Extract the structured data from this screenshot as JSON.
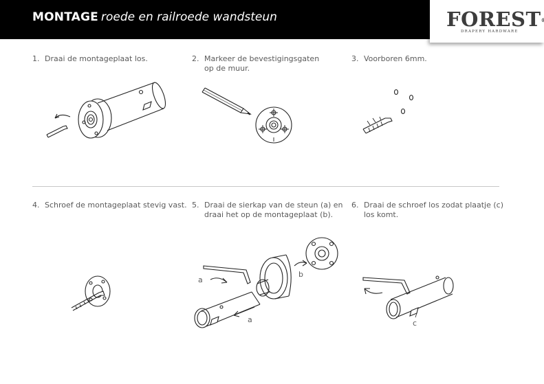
{
  "header": {
    "title_strong": "MONTAGE",
    "title_rest": "roede en railroede wandsteun",
    "background_color": "#000000",
    "text_color": "#ffffff"
  },
  "logo": {
    "wordmark": "FOREST",
    "registered": "®",
    "tagline": "DRAPERY HARDWARE"
  },
  "steps": [
    {
      "number": "1.",
      "text": "Draai de montageplaat los."
    },
    {
      "number": "2.",
      "text": "Markeer de bevestigingsgaten\nop de muur."
    },
    {
      "number": "3.",
      "text": "Voorboren 6mm."
    },
    {
      "number": "4.",
      "text": "Schroef de montageplaat stevig vast."
    },
    {
      "number": "5.",
      "text": "Draai de sierkap van de steun (a) en\ndraai het op de montageplaat (b)."
    },
    {
      "number": "6.",
      "text": "Draai de schroef los zodat plaatje (c)\nlos komt."
    }
  ],
  "illustration_labels": {
    "step5_a_top": "a",
    "step5_a_bottom": "a",
    "step5_b": "b",
    "step6_c": "c"
  },
  "text_color": "#5a5a5a"
}
